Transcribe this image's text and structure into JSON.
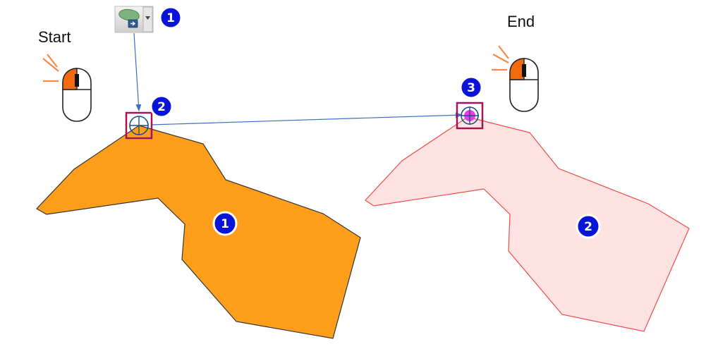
{
  "labels": {
    "start": "Start",
    "end": "End"
  },
  "badges": {
    "tool": "1",
    "start_point": "2",
    "end_point": "3",
    "shape_a": "1",
    "shape_b": "2"
  },
  "icons": {
    "tool_button": "move-polygon-tool-icon",
    "crosshair": "crosshair-icon",
    "mouse": "mouse-left-click-icon"
  },
  "colors": {
    "shape_a_fill": "#FF9E1B",
    "shape_a_stroke": "#333333",
    "shape_b_fill": "#FFE3E3",
    "shape_b_stroke": "#F04B4B",
    "badge_fill": "#0A14D8",
    "highlight_box": "#A0145A",
    "arrow": "#3A6FC4",
    "mouse_button": "#F26A0F"
  }
}
